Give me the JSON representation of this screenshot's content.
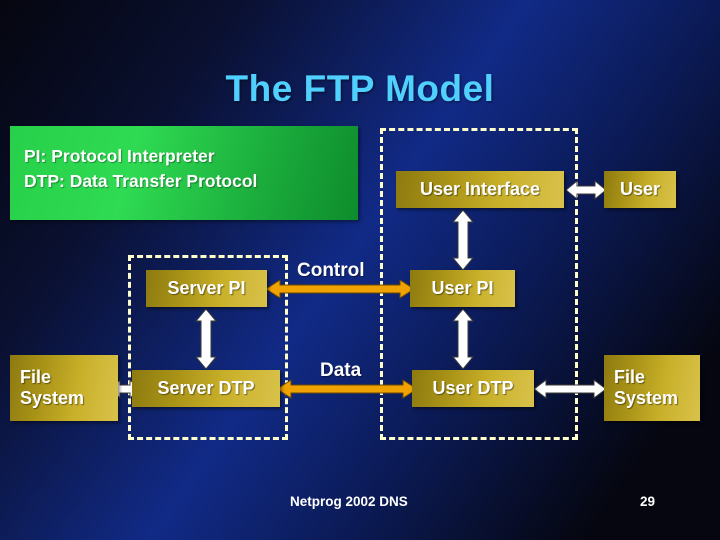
{
  "slide": {
    "title": "The FTP Model",
    "footer": "Netprog 2002  DNS",
    "page_number": "29",
    "colors": {
      "title": "#4fd0ff",
      "legend_box": "#2bd24c",
      "node_box": "#c0a828",
      "dashed_border": "#ffffcc",
      "arrow_fill": "#ffffff",
      "arrow_orange": "#f0a000"
    }
  },
  "legend": {
    "line1": "PI: Protocol Interpreter",
    "line2": "DTP: Data Transfer Protocol"
  },
  "nodes": {
    "user_interface": "User Interface",
    "user": "User",
    "server_pi": "Server PI",
    "user_pi": "User PI",
    "server_dtp": "Server DTP",
    "user_dtp": "User DTP",
    "file_system_left_line1": "File",
    "file_system_left_line2": "System",
    "file_system_right_line1": "File",
    "file_system_right_line2": "System"
  },
  "connections": {
    "control": "Control",
    "data": "Data"
  },
  "groups": {
    "server_side": "server-side-dashed-group",
    "user_side": "user-side-dashed-group"
  }
}
